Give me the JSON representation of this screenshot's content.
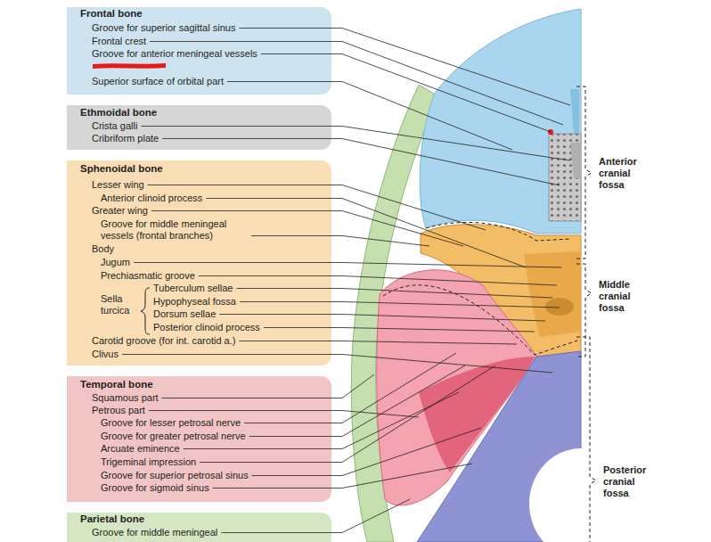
{
  "diagram": {
    "nodes": [
      {
        "text": [
          "Frontal bone",
          "Groove for superior sagittal sinus",
          "Frontal crest",
          "Groove for anterior meningeal vessels",
          "Superior surface of orbital part"
        ]
      },
      {
        "text": [
          "Ethmoidal bone",
          "Crista galli",
          "Cribriform plate"
        ]
      },
      {
        "text": [
          "Sphenoidal bone",
          "Lesser wing",
          "Anterior clinoid process",
          "Greater wing",
          "Groove for middle meningeal vessels (frontal branches)",
          "Body",
          "Jugum",
          "Prechiasmatic groove",
          "Sella turcica",
          "Tuberculum sellae",
          "Hypophyseal fossa",
          "Dorsum sellae",
          "Posterior clinoid process",
          "Carotid groove (for int. carotid a.)",
          "Clivus"
        ]
      },
      {
        "text": [
          "Temporal bone",
          "Squamous part",
          "Petrous part",
          "Groove for lesser petrosal nerve",
          "Groove for greater petrosal nerve",
          "Arcuate eminence",
          "Trigeminal impression",
          "Groove for superior petrosal sinus",
          "Groove for sigmoid sinus"
        ]
      },
      {
        "text": [
          "Parietal bone",
          "Groove for middle meningeal"
        ]
      }
    ],
    "labels": [
      "Anterior cranial fossa",
      "Middle cranial fossa",
      "Posterior cranial fossa"
    ]
  }
}
